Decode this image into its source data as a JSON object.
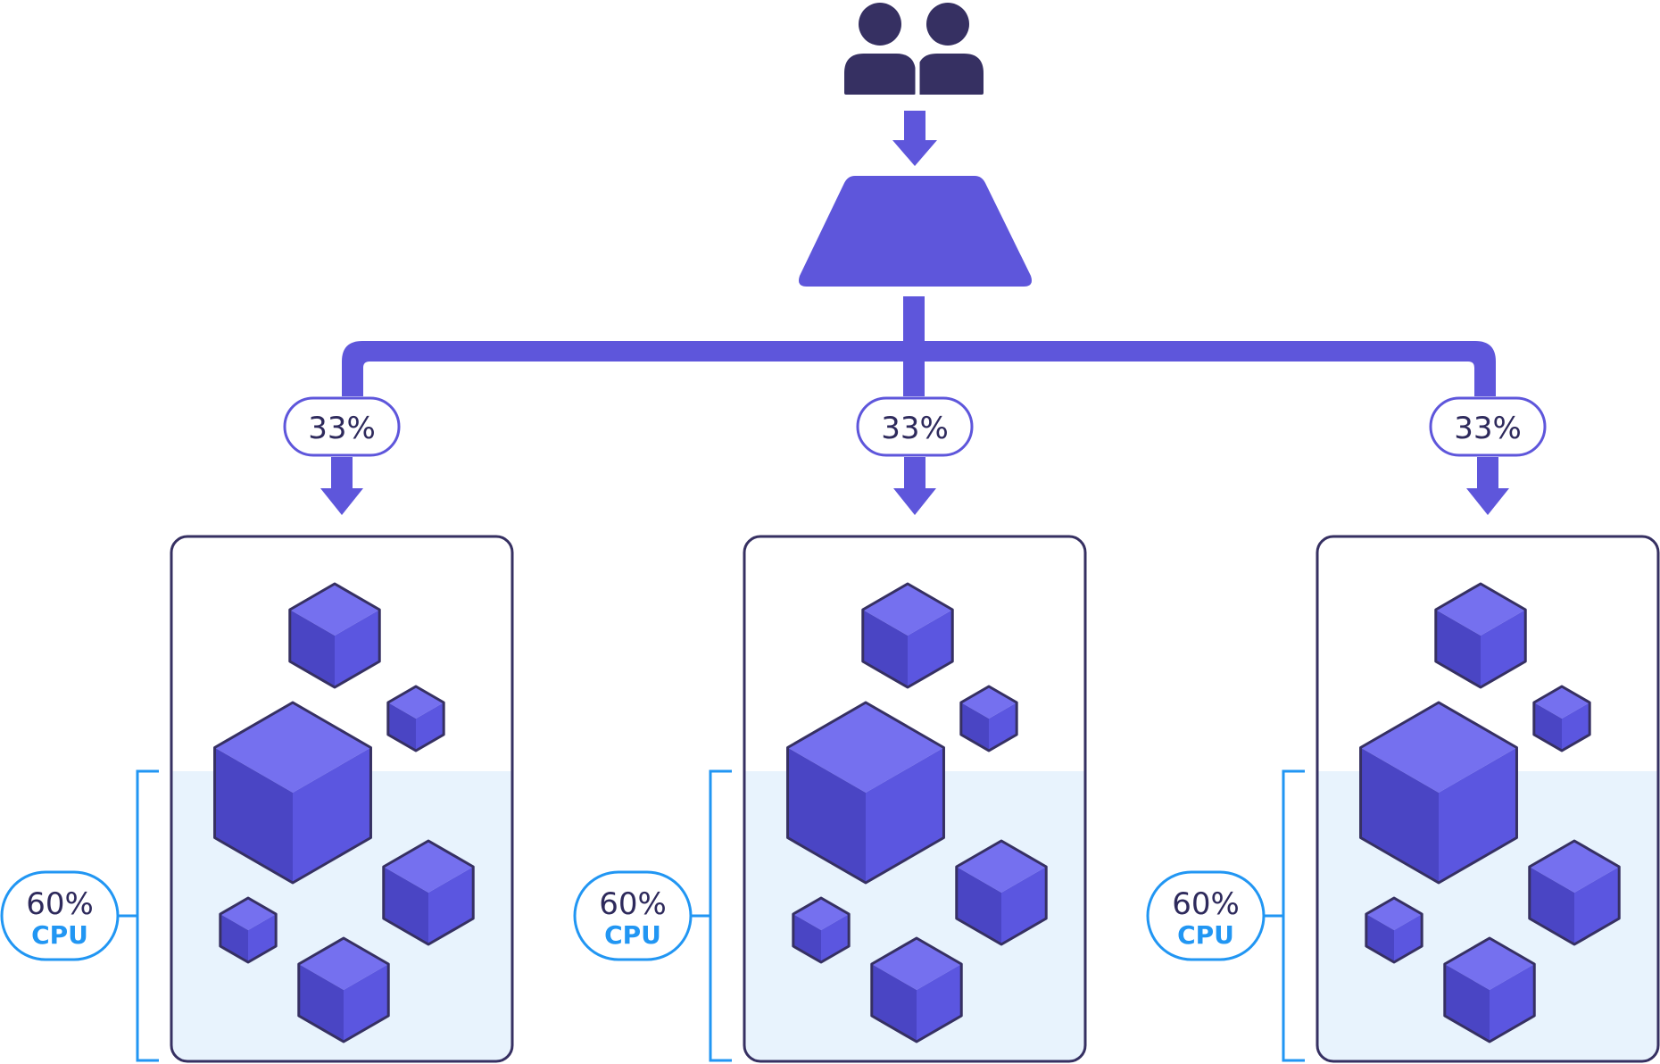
{
  "colors": {
    "users": "#363062",
    "primary": "#5e56db",
    "outline": "#363062",
    "cpu": "#2196f3",
    "cpu_fill": "#e8f3fd",
    "cube_top": "#7570ef",
    "cube_left": "#4a45c4",
    "cube_right": "#5b56e0"
  },
  "icons": {
    "users": "users-icon",
    "load_balancer": "load-balancer-icon",
    "cube": "cube-icon"
  },
  "distribution": [
    {
      "share": "33%",
      "cpu_value": "60%",
      "cpu_label": "CPU",
      "cpu_level": 0.6
    },
    {
      "share": "33%",
      "cpu_value": "60%",
      "cpu_label": "CPU",
      "cpu_level": 0.6
    },
    {
      "share": "33%",
      "cpu_value": "60%",
      "cpu_label": "CPU",
      "cpu_level": 0.6
    }
  ]
}
